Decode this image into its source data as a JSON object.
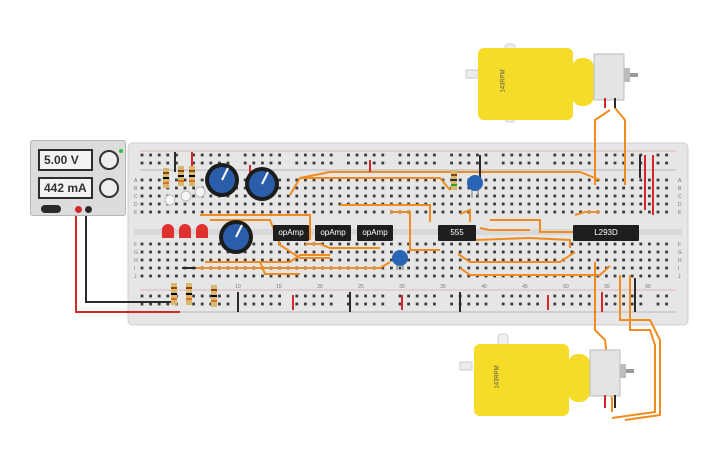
{
  "power_supply": {
    "voltage_display": "5.00 V",
    "current_display": "442 mA"
  },
  "chips": {
    "opamp_1": "opAmp",
    "opamp_2": "opAmp",
    "opamp_3": "opAmp",
    "timer": "555",
    "driver": "L293D"
  },
  "motors": {
    "top_label": "143RPM",
    "bottom_label": "143RPM"
  },
  "breadboard": {
    "column_numbers": [
      "10",
      "15",
      "20",
      "25",
      "30",
      "35",
      "40",
      "45",
      "50",
      "55",
      "60"
    ],
    "row_letters_top": [
      "A",
      "B",
      "C",
      "D",
      "E"
    ],
    "row_letters_bottom": [
      "F",
      "G",
      "H",
      "I",
      "J"
    ]
  },
  "colors": {
    "board": "#e6e6e6",
    "wire_orange": "#f08c1e",
    "wire_red": "#d42828",
    "wire_black": "#2a2a2a",
    "motor_yellow": "#f5dc28",
    "pot_blue": "#2a5daa",
    "capacitor_blue": "#2a64b4",
    "led_red": "#e03030"
  }
}
